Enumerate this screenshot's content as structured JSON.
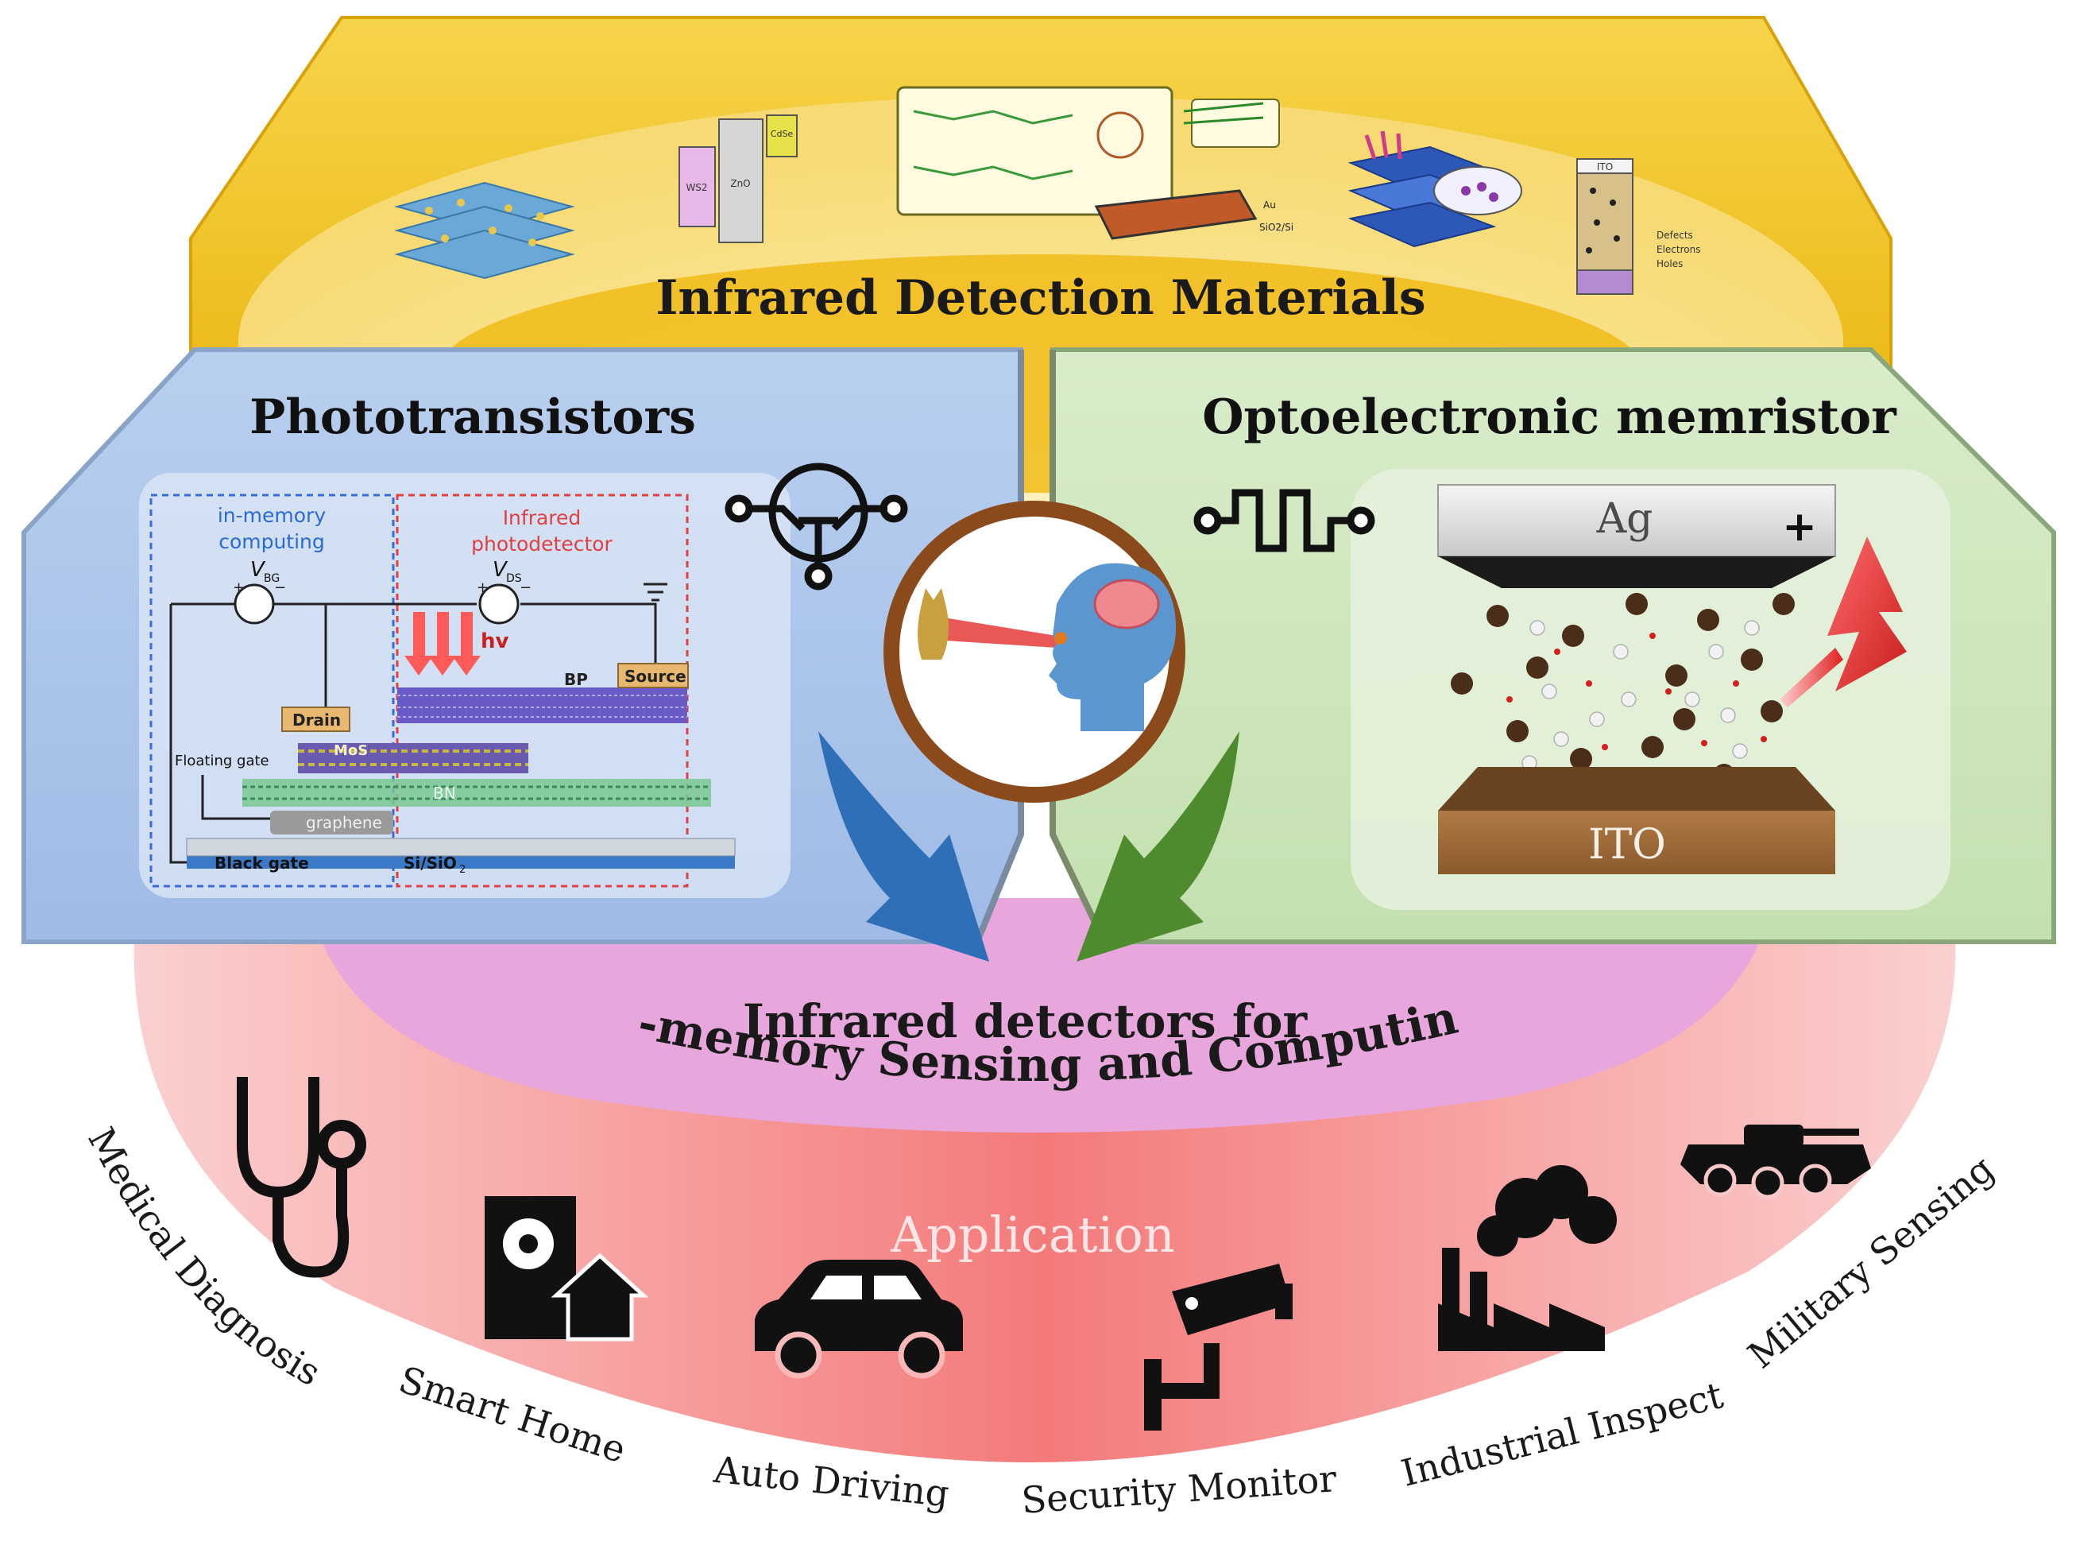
{
  "top_panel": {
    "title": "Infrared Detection Materials",
    "inset_labels": {
      "ito": "ITO",
      "ws2": "WS2",
      "zno": "ZnO",
      "cdse": "CdSe",
      "au": "Au",
      "sio2_si": "SiO2/Si",
      "legend_defects": "Defects",
      "legend_electrons": "Electrons",
      "legend_holes": "Holes"
    }
  },
  "left_panel": {
    "title": "Phototransistors",
    "box_blue_label_1": "in-memory",
    "box_blue_label_2": "computing",
    "box_red_label_1": "Infrared",
    "box_red_label_2": "photodetector",
    "vbg_label": "V",
    "vbg_sub": "BG",
    "vds_label": "V",
    "vds_sub": "DS",
    "hv_label": "hv",
    "bp_label": "BP",
    "source_label": "Source",
    "drain_label": "Drain",
    "floating_gate_label": "Floating gate",
    "mos_label": "MoS",
    "bn_label": "BN",
    "graphene_label": "graphene",
    "black_gate_label": "Black gate",
    "sisio2_label": "Si/SiO",
    "sisio2_sub": "2"
  },
  "right_panel": {
    "title": "Optoelectronic memristor",
    "top_electrode_label": "Ag",
    "plus_sign": "+",
    "bottom_electrode_label": "ITO"
  },
  "center": {
    "title_line1": "Infrared detectors for",
    "title_line2": "In-memory Sensing and Computing"
  },
  "application": {
    "label": "Application",
    "items": [
      {
        "label": "Medical Diagnosis",
        "icon": "stethoscope-icon"
      },
      {
        "label": "Smart Home",
        "icon": "smart-home-icon"
      },
      {
        "label": "Auto Driving",
        "icon": "car-icon"
      },
      {
        "label": "Security Monitor",
        "icon": "security-camera-icon"
      },
      {
        "label": "Industrial Inspect",
        "icon": "factory-icon"
      },
      {
        "label": "Military Sensing",
        "icon": "armored-vehicle-icon"
      }
    ]
  },
  "colors": {
    "top_gold": "#f2c418",
    "left_blue": "#a9c3ea",
    "right_green": "#cfe6c0",
    "center_pink": "#e8a8dc",
    "app_red": "#f58c8c",
    "arrow_blue": "#2e6fb8",
    "arrow_green": "#4e8a2e",
    "ring_brown": "#8b4a1c"
  }
}
